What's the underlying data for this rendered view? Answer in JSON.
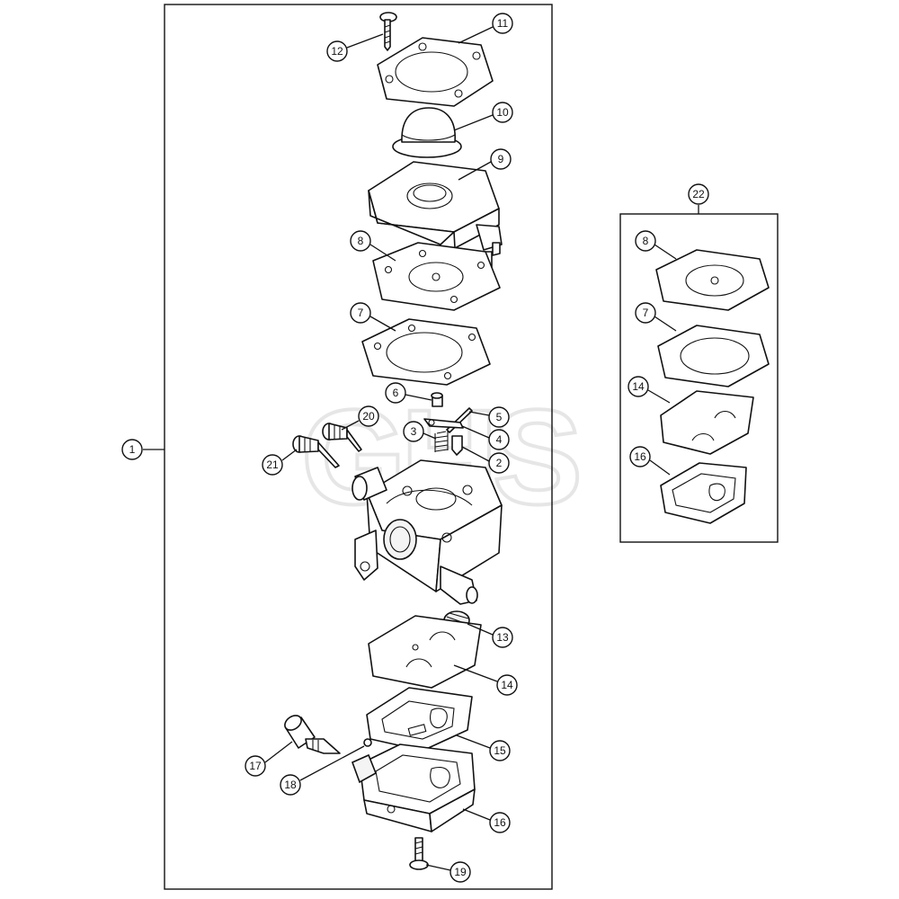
{
  "diagram": {
    "watermark_text": "GHS",
    "main_assembly": {
      "callouts": [
        {
          "id": "1",
          "label": "1"
        },
        {
          "id": "2",
          "label": "2"
        },
        {
          "id": "3",
          "label": "3"
        },
        {
          "id": "4",
          "label": "4"
        },
        {
          "id": "5",
          "label": "5"
        },
        {
          "id": "6",
          "label": "6"
        },
        {
          "id": "7",
          "label": "7"
        },
        {
          "id": "8",
          "label": "8"
        },
        {
          "id": "9",
          "label": "9"
        },
        {
          "id": "10",
          "label": "10"
        },
        {
          "id": "11",
          "label": "11"
        },
        {
          "id": "12",
          "label": "12"
        },
        {
          "id": "13",
          "label": "13"
        },
        {
          "id": "14",
          "label": "14"
        },
        {
          "id": "15",
          "label": "15"
        },
        {
          "id": "16",
          "label": "16"
        },
        {
          "id": "17",
          "label": "17"
        },
        {
          "id": "18",
          "label": "18"
        },
        {
          "id": "19",
          "label": "19"
        },
        {
          "id": "20",
          "label": "20"
        },
        {
          "id": "21",
          "label": "21"
        }
      ]
    },
    "gasket_kit": {
      "kit_label": "22",
      "callouts": [
        {
          "id": "8",
          "label": "8"
        },
        {
          "id": "7",
          "label": "7"
        },
        {
          "id": "14",
          "label": "14"
        },
        {
          "id": "16",
          "label": "16"
        }
      ]
    }
  }
}
